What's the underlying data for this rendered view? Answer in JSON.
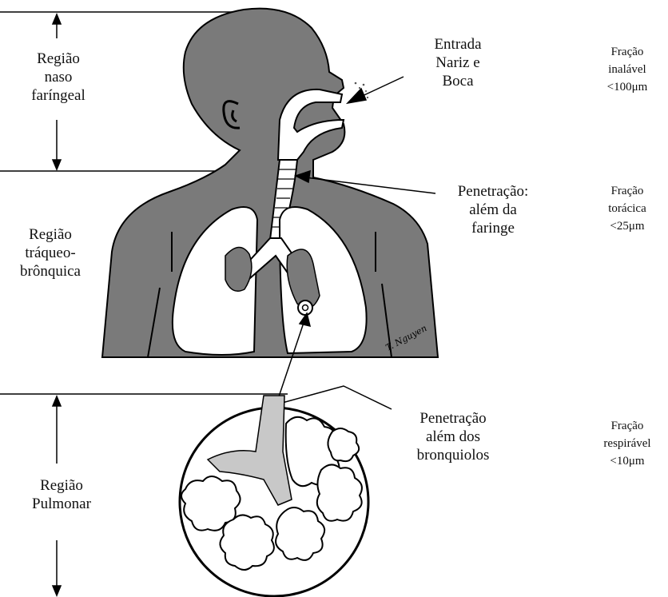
{
  "regions": {
    "naso": [
      "Região",
      "naso",
      "faríngeal"
    ],
    "traqueo": [
      "Região",
      "tráqueo-",
      "brônquica"
    ],
    "pulmonar": [
      "Região",
      "Pulmonar"
    ]
  },
  "entries": {
    "entrada": [
      "Entrada",
      "Nariz e",
      "Boca"
    ],
    "faringe": [
      "Penetração:",
      "além da",
      "faringe"
    ],
    "bronquiolos": [
      "Penetração",
      "além dos",
      "bronquiolos"
    ]
  },
  "fractions": {
    "inalavel": [
      "Fração",
      "inalável",
      "<100μm"
    ],
    "toracica": [
      "Fração",
      "torácica",
      "<25μm"
    ],
    "respiravel": [
      "Fração",
      "respirável",
      "<10μm"
    ]
  },
  "signature": "T. Nguyen",
  "colors": {
    "body_fill": "#7a7a7a",
    "lung_fill": "#ffffff",
    "line": "#000000",
    "background": "#ffffff"
  }
}
